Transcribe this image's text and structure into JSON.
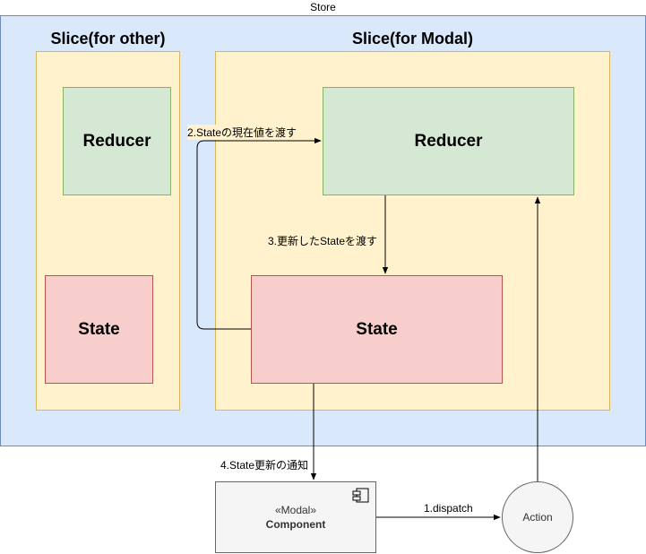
{
  "store": {
    "label": "Store"
  },
  "slices": {
    "other": {
      "title": "Slice(for other)",
      "reducer": "Reducer",
      "state": "State"
    },
    "modal": {
      "title": "Slice(for Modal)",
      "reducer": "Reducer",
      "state": "State"
    }
  },
  "component": {
    "stereotype": "«Modal»",
    "name": "Component"
  },
  "action": {
    "label": "Action"
  },
  "edges": {
    "pass_current": "2.Stateの現在値を渡す",
    "pass_updated": "3.更新したStateを渡す",
    "notify": "4.State更新の通知",
    "dispatch": "1.dispatch"
  },
  "colors": {
    "store_fill": "#dae8fc",
    "slice_fill": "#fff2cc",
    "reducer_fill": "#d5e8d4",
    "state_fill": "#f8cecc",
    "neutral_fill": "#f5f5f5"
  },
  "icons": {
    "component": "component-icon"
  }
}
